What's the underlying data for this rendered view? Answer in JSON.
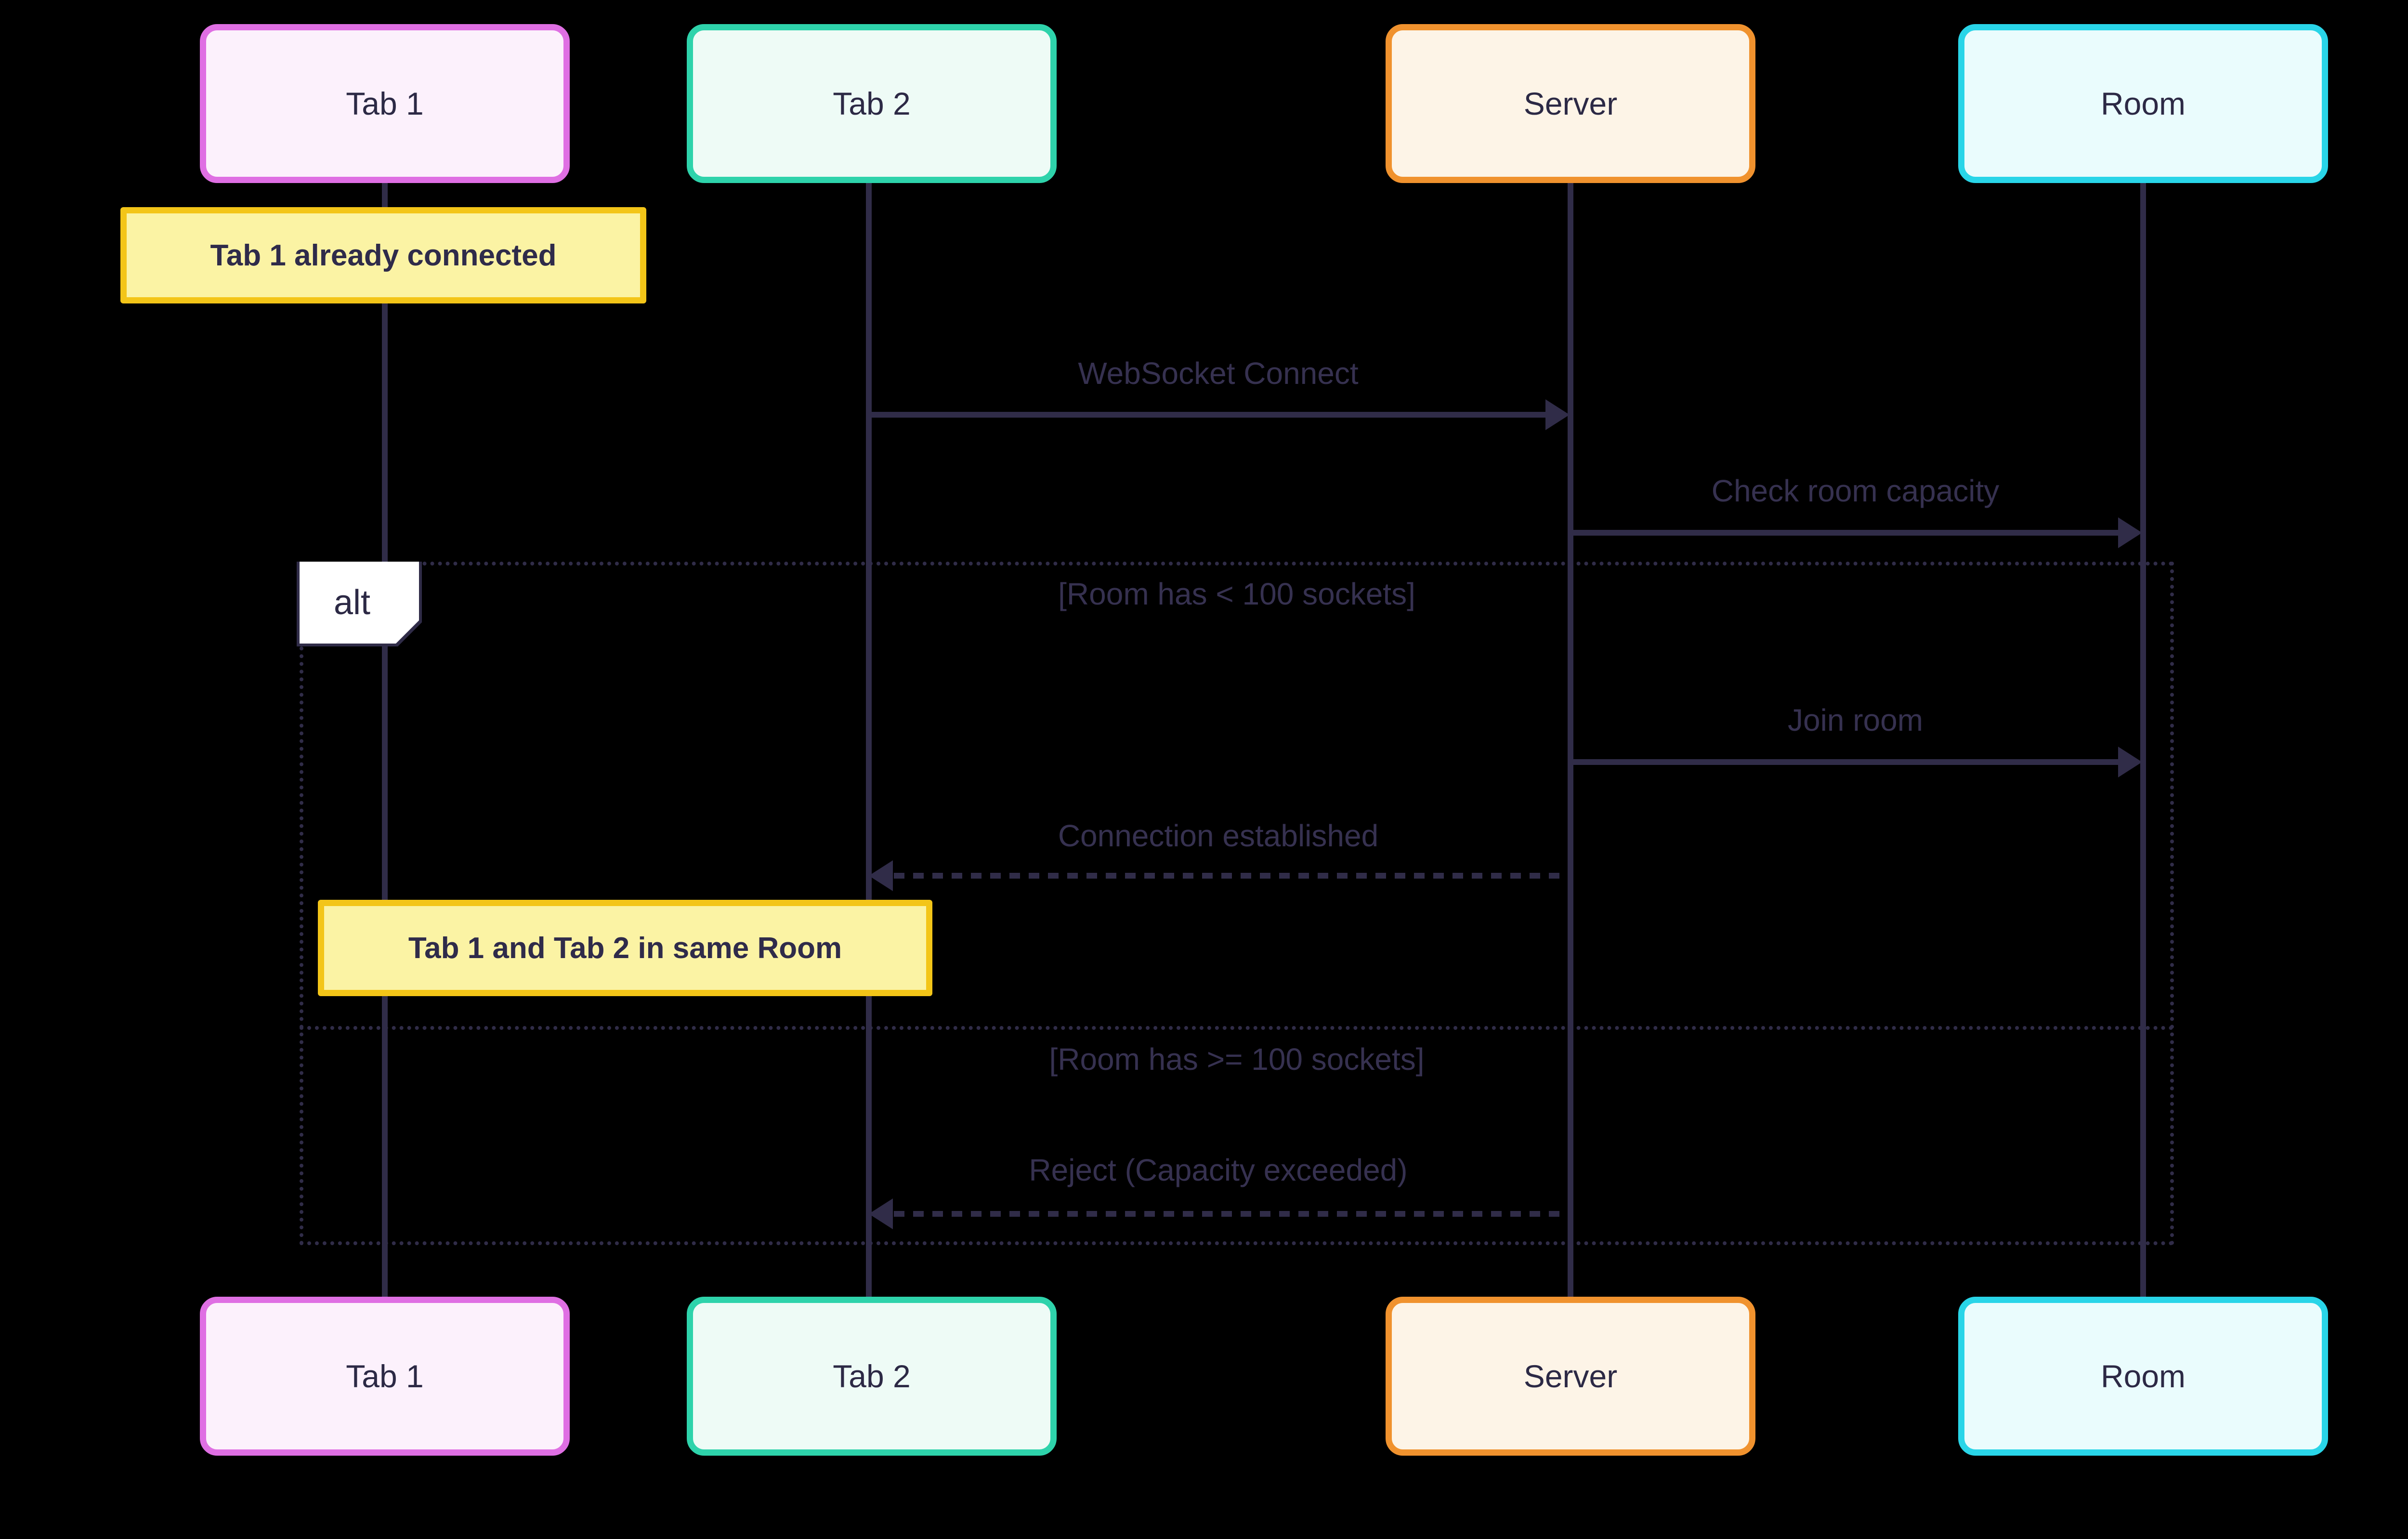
{
  "colors": {
    "background": "#000000",
    "line": "#302c48",
    "message-text": "#363150",
    "actor-text": "#2c2945",
    "note-bg": "#fbf3a4",
    "note-border": "#f3c518",
    "note-text": "#2f2b4a",
    "tab1-border": "#df6fe3",
    "tab1-bg": "#fcf1fc",
    "tab2-border": "#2ed3ab",
    "tab2-bg": "#eefbf6",
    "server-border": "#f0922e",
    "server-bg": "#fdf4e7",
    "room-border": "#29d5e8",
    "room-bg": "#eafcfd",
    "alt-label-bg": "#ffffff"
  },
  "diagram": {
    "type": "sequence",
    "actors": [
      {
        "id": "tab1",
        "label": "Tab 1"
      },
      {
        "id": "tab2",
        "label": "Tab 2"
      },
      {
        "id": "server",
        "label": "Server"
      },
      {
        "id": "room",
        "label": "Room"
      }
    ],
    "notes": [
      {
        "text": "Tab 1 already connected",
        "over": "Tab 1"
      },
      {
        "text": "Tab 1 and Tab 2 in same Room",
        "over": "Tab 1, Tab 2"
      }
    ],
    "messages": [
      {
        "label": "WebSocket Connect",
        "from": "Tab 2",
        "to": "Server",
        "line": "solid"
      },
      {
        "label": "Check room capacity",
        "from": "Server",
        "to": "Room",
        "line": "solid"
      },
      {
        "label": "Join room",
        "from": "Server",
        "to": "Room",
        "line": "solid"
      },
      {
        "label": "Connection established",
        "from": "Server",
        "to": "Tab 2",
        "line": "dashed"
      },
      {
        "label": "Reject (Capacity exceeded)",
        "from": "Server",
        "to": "Tab 2",
        "line": "dashed"
      }
    ],
    "alt": {
      "label": "alt",
      "conditions": [
        "[Room has < 100 sockets]",
        "[Room has >= 100 sockets]"
      ]
    }
  }
}
